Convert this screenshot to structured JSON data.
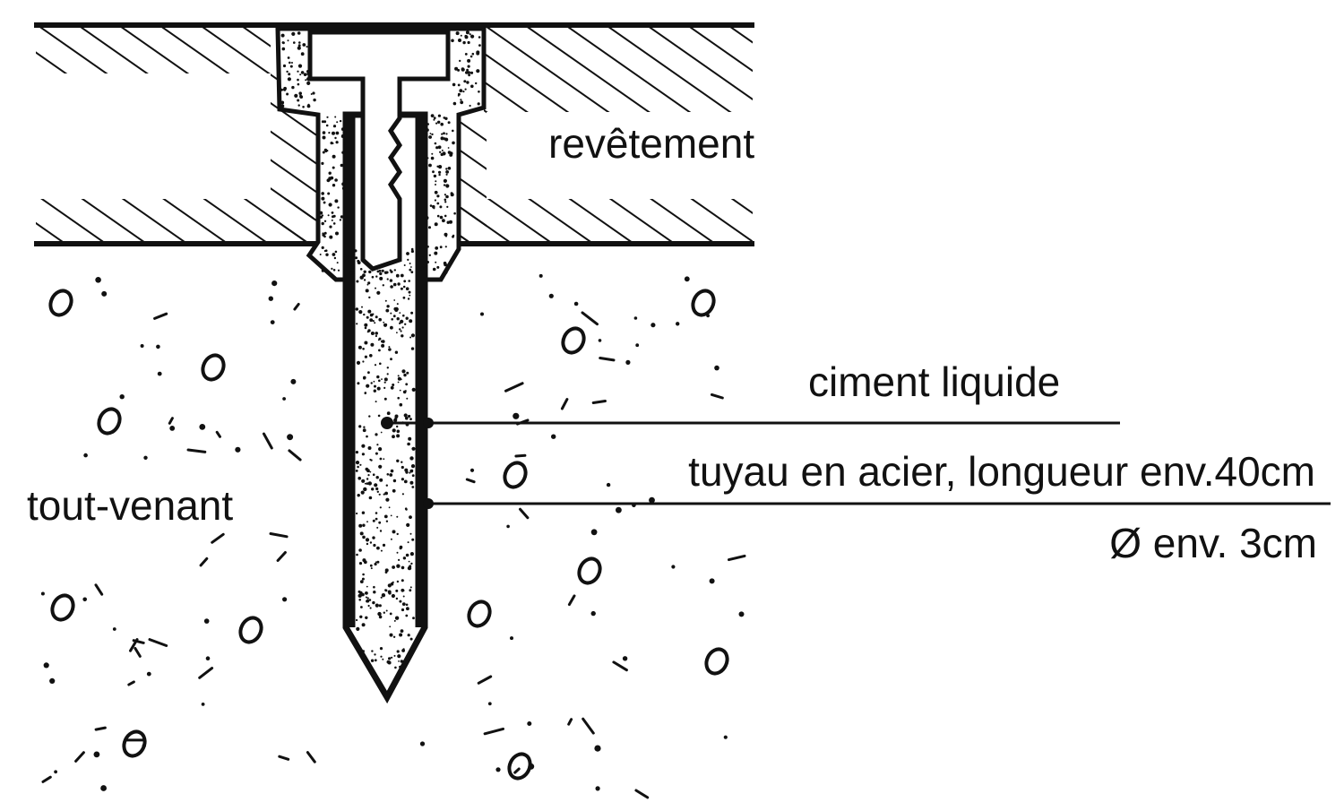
{
  "labels": {
    "coating": "revêtement",
    "liquid_cement": "ciment liquide",
    "steel_pipe": "tuyau en acier, longueur env.40cm",
    "diameter": "Ø env. 3cm",
    "fill_material": "tout-venant"
  },
  "colors": {
    "ink": "#111111",
    "paper": "#ffffff"
  }
}
